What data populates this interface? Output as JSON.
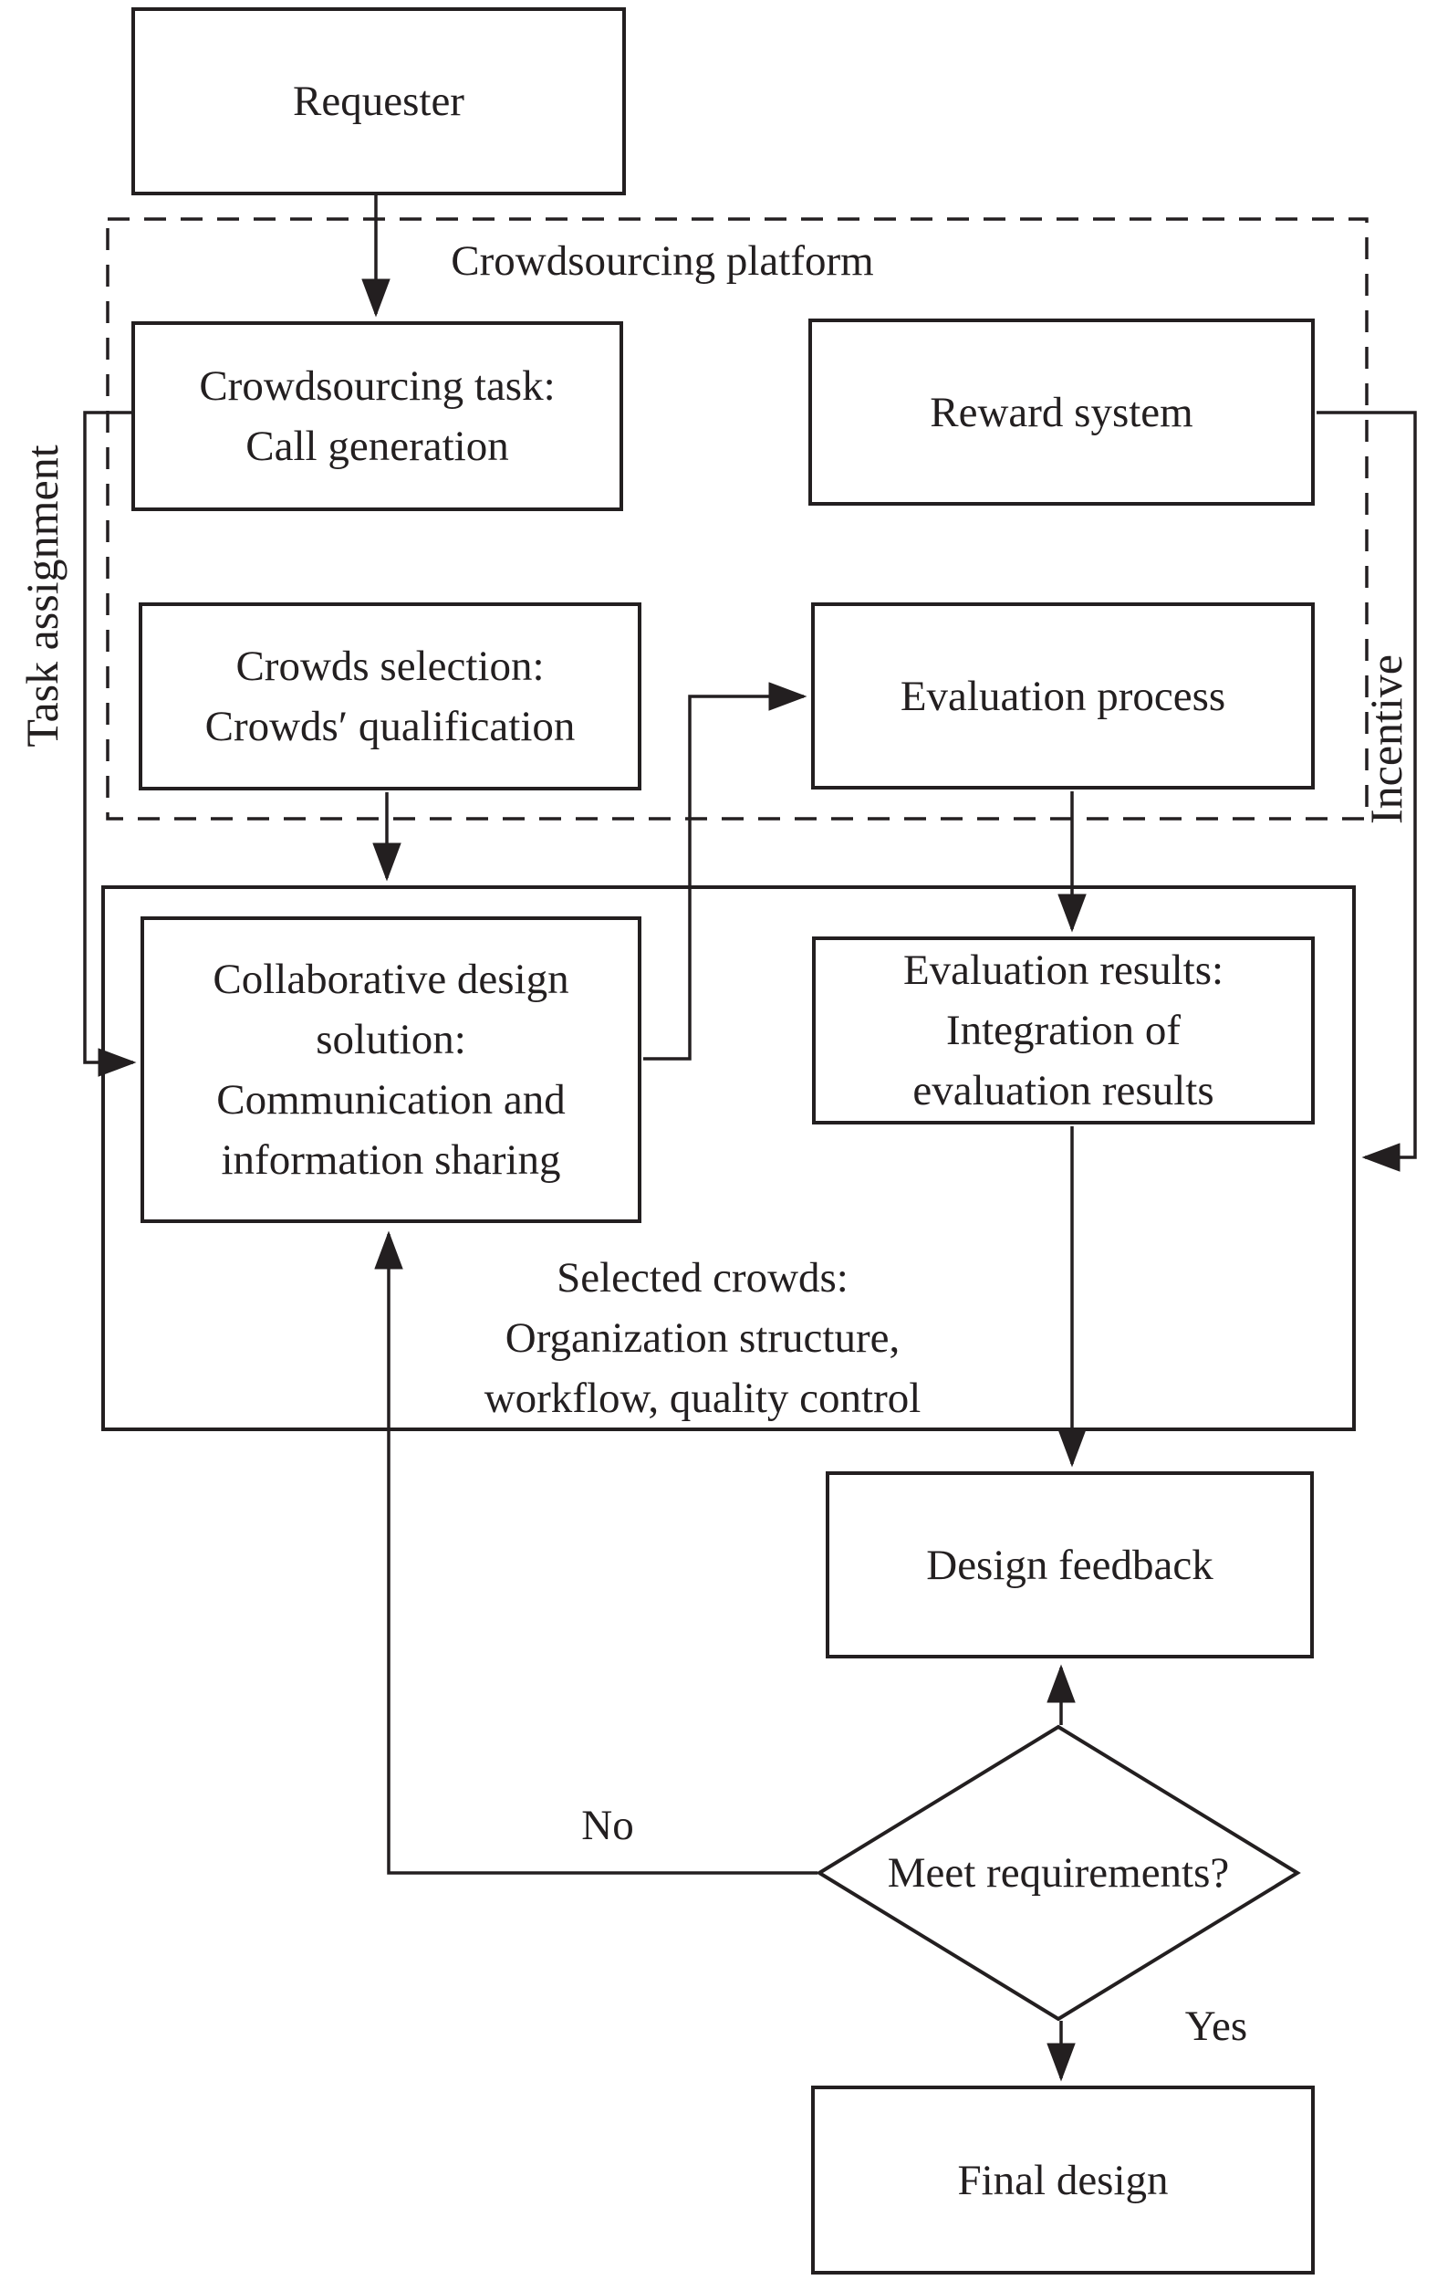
{
  "nodes": {
    "requester": {
      "lines": [
        "Requester"
      ]
    },
    "crowdsourcing_task": {
      "lines": [
        "Crowdsourcing task:",
        "Call generation"
      ]
    },
    "reward_system": {
      "lines": [
        "Reward system"
      ]
    },
    "crowds_selection": {
      "lines": [
        "Crowds selection:",
        "Crowds′ qualification"
      ]
    },
    "evaluation_process": {
      "lines": [
        "Evaluation process"
      ]
    },
    "collaborative_design": {
      "lines": [
        "Collaborative design",
        "solution:",
        "Communication and",
        "information sharing"
      ]
    },
    "evaluation_results": {
      "lines": [
        "Evaluation results:",
        "Integration of",
        "evaluation results"
      ]
    },
    "design_feedback": {
      "lines": [
        "Design feedback"
      ]
    },
    "meet_requirements": {
      "lines": [
        "Meet requirements?"
      ]
    },
    "final_design": {
      "lines": [
        "Final design"
      ]
    }
  },
  "annotations": {
    "platform": "Crowdsourcing platform",
    "task_assignment": "Task assignment",
    "incentive": "Incentive",
    "selected_crowds": {
      "lines": [
        "Selected crowds:",
        "Organization structure,",
        "workflow, quality control"
      ]
    },
    "no": "No",
    "yes": "Yes"
  },
  "colors": {
    "ink": "#231f20",
    "background": "#ffffff"
  }
}
